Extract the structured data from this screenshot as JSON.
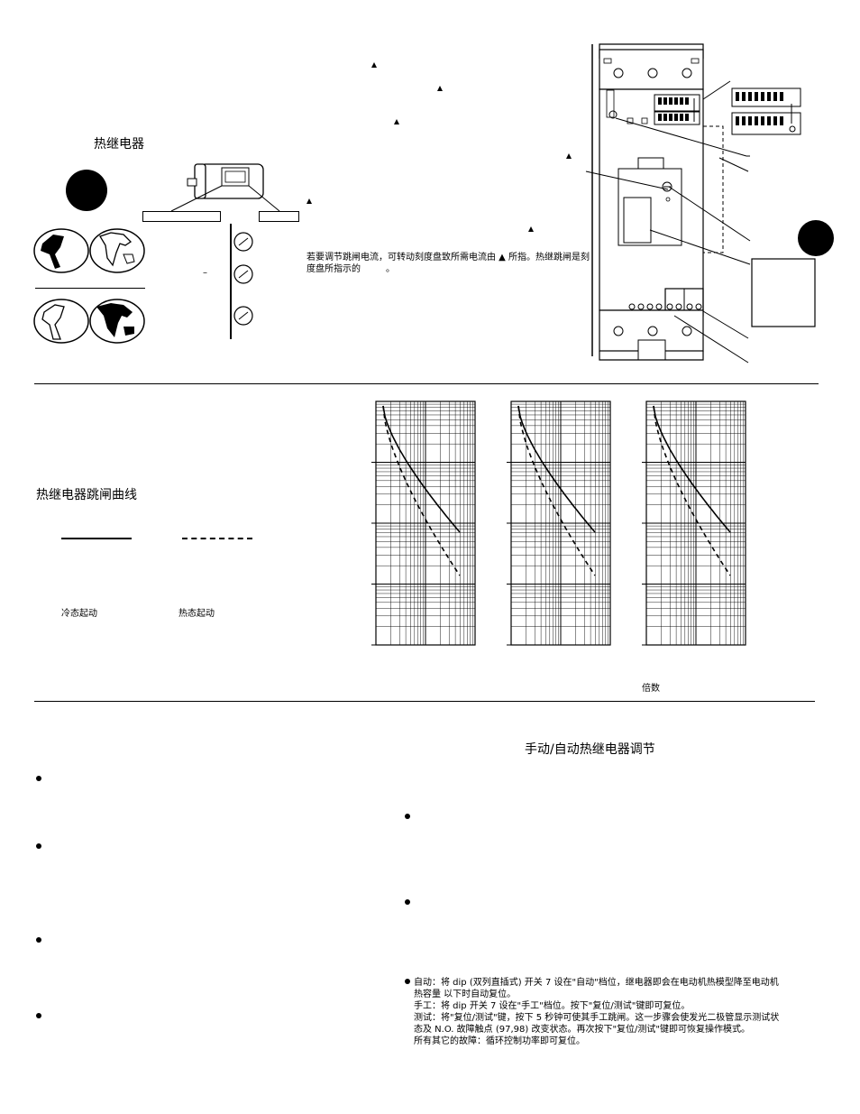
{
  "top": {
    "heading_relay": "热继电器",
    "adjust_text_1": "若要调节跳闸电流，可转动刻度盘致所需电流由 ▲ 所指。热继跳闸是刻",
    "adjust_text_2": "度盘所指示的",
    "adjust_text_3": "。",
    "dash_mark": "–"
  },
  "curves": {
    "title": "热继电器跳闸曲线",
    "legend_cold": "冷态起动",
    "legend_hot": "热态起动",
    "x_axis_label": "倍数"
  },
  "bottom": {
    "heading": "手动/自动热继电器调节",
    "auto_line1": "自动：将 dip (双列直插式) 开关 7 设在\"自动\"档位，继电器即会在电动机热模型降至电动机",
    "auto_line2": "热容量          以下时自动复位。",
    "manual_line": "手工：将 dip 开关 7 设在\"手工\"档位。按下\"复位/测试\"键即可复位。",
    "test_line1": "测试：将\"复位/测试\"键，按下 5 秒钟可使其手工跳闸。这一步骤会使发光二极管显示测试状",
    "test_line2": "态及 N.O. 故障触点 (97,98) 改变状态。再次按下\"复位/测试\"键即可恢复操作模式。",
    "other_line": "所有其它的故障：循环控制功率即可复位。"
  },
  "chart_data": [
    {
      "type": "line",
      "series": [
        {
          "values": []
        },
        {
          "values": []
        }
      ],
      "xscale": "log",
      "yscale": "log",
      "grid": true
    },
    {
      "type": "line",
      "series": [
        {
          "values": []
        },
        {
          "values": []
        }
      ],
      "xscale": "log",
      "yscale": "log",
      "grid": true
    },
    {
      "type": "line",
      "series": [
        {
          "values": []
        },
        {
          "values": []
        }
      ],
      "xscale": "log",
      "yscale": "log",
      "grid": true
    }
  ]
}
